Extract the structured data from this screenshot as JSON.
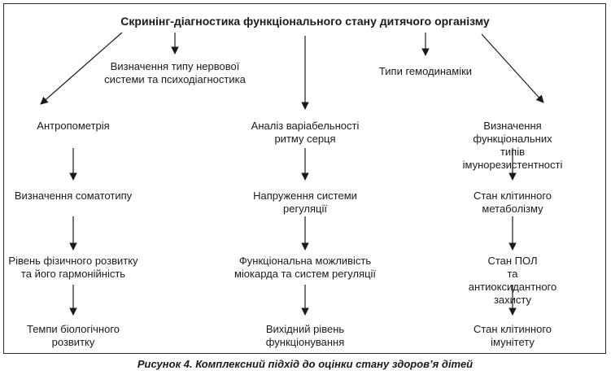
{
  "title": "Скринінг-діагностика функціонального стану дитячого організму",
  "nodes": {
    "nervous": "Визначення типу нервової\nсистеми та психодіагностика",
    "hemodynamics": "Типи гемодинаміки",
    "anthropometry": "Антропометрія",
    "hrv": "Аналіз варіабельності\nритму серця",
    "immuno": "Визначення функціональних\nтипів імунорезистентності",
    "somatotype": "Визначення соматотипу",
    "tension": "Напруження системи\nрегуляції",
    "metabolism": "Стан клітинного метаболізму",
    "physical": "Рівень фізичного розвитку\nта його гармонійність",
    "functional": "Функціональна можливість\nміокарда та систем регуляції",
    "pol": "Стан ПОЛ\nта антиоксидантного захисту",
    "bio": "Темпи біологічного\nрозвитку",
    "baseline": "Вихідний рівень\nфункціонування",
    "immunity": "Стан клітинного імунітету"
  },
  "caption": "Рисунок 4. Комплексний підхід до оцінки стану здоров’я дітей"
}
